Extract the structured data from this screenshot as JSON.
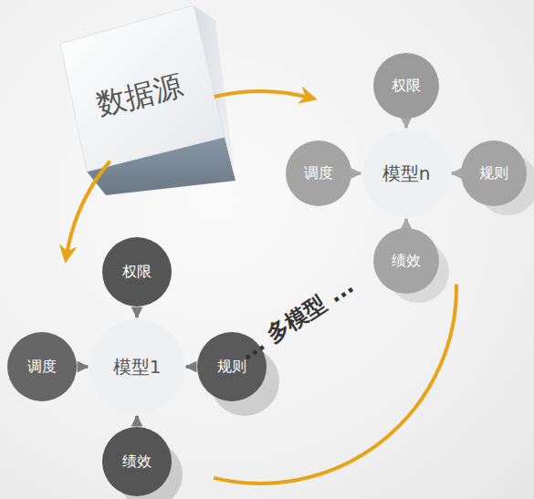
{
  "diagram": {
    "nodes": [
      {
        "text": [
          "数据源"
        ]
      },
      {
        "text": [
          "模型n"
        ]
      },
      {
        "text": [
          "权限"
        ]
      },
      {
        "text": [
          "调度"
        ]
      },
      {
        "text": [
          "规则"
        ]
      },
      {
        "text": [
          "绩效"
        ]
      },
      {
        "text": [
          "模型1"
        ]
      },
      {
        "text": [
          "权限"
        ]
      },
      {
        "text": [
          "调度"
        ]
      },
      {
        "text": [
          "规则"
        ]
      },
      {
        "text": [
          "绩效"
        ]
      }
    ],
    "edges": [
      {
        "from": 0,
        "to": 1,
        "arrow": "to"
      },
      {
        "from": 0,
        "to": 6,
        "arrow": "to"
      },
      {
        "from": 6,
        "to": 1,
        "arrow": "none"
      },
      {
        "from": 2,
        "to": 1,
        "arrow": "to"
      },
      {
        "from": 3,
        "to": 1,
        "arrow": "to"
      },
      {
        "from": 4,
        "to": 1,
        "arrow": "to"
      },
      {
        "from": 5,
        "to": 1,
        "arrow": "to"
      },
      {
        "from": 7,
        "to": 6,
        "arrow": "to"
      },
      {
        "from": 8,
        "to": 6,
        "arrow": "to"
      },
      {
        "from": 9,
        "to": 6,
        "arrow": "to"
      },
      {
        "from": 10,
        "to": 6,
        "arrow": "to"
      }
    ],
    "labels": [
      "... 多模型 ..."
    ]
  }
}
